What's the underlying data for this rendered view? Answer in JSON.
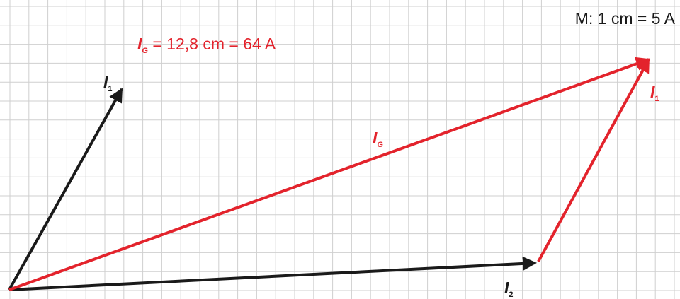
{
  "scale_note": "M: 1 cm = 5 A",
  "result_formula": {
    "symbol": "I",
    "subscript": "G",
    "text": " = 12,8 cm = 64 A"
  },
  "vectors": {
    "i1_black": {
      "symbol": "I",
      "subscript": "1"
    },
    "i2_black": {
      "symbol": "I",
      "subscript": "2"
    },
    "ig_red": {
      "symbol": "I",
      "subscript": "G"
    },
    "i1_red": {
      "symbol": "I",
      "subscript": "1"
    }
  },
  "colors": {
    "red": "#e3232c",
    "black": "#1a1a1a",
    "grid": "#cfcfcf"
  }
}
